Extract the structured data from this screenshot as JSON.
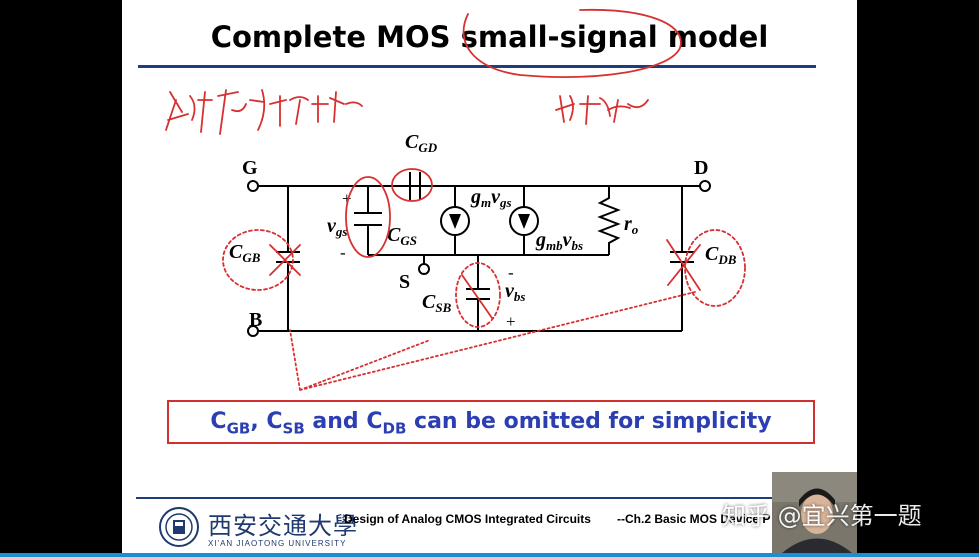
{
  "slide": {
    "title": "Complete MOS small-signal model",
    "callout": {
      "c1": "C",
      "c1_sub": "GB",
      "sep1": ", ",
      "c2": "C",
      "c2_sub": "SB",
      "sep2": " and ",
      "c3": "C",
      "c3_sub": "DB",
      "tail": " can be omitted for simplicity"
    },
    "footer": {
      "university_cn": "西安交通大學",
      "university_en": "XI'AN JIAOTONG UNIVERSITY",
      "course": "Design of Analog CMOS Integrated Circuits",
      "chapter": "--Ch.2 Basic MOS Device P"
    }
  },
  "circuit": {
    "node_G": "G",
    "node_D": "D",
    "node_S": "S",
    "node_B": "B",
    "cgd": {
      "main": "C",
      "sub": "GD"
    },
    "cgs": {
      "main": "C",
      "sub": "GS"
    },
    "cgb": {
      "main": "C",
      "sub": "GB"
    },
    "csb": {
      "main": "C",
      "sub": "SB"
    },
    "cdb": {
      "main": "C",
      "sub": "DB"
    },
    "gm": {
      "g": "g",
      "g_sub": "m",
      "v": "v",
      "v_sub": "gs"
    },
    "gmb": {
      "g": "g",
      "g_sub": "mb",
      "v": "v",
      "v_sub": "bs"
    },
    "ro": {
      "main": "r",
      "sub": "o"
    },
    "vgs": {
      "main": "v",
      "sub": "gs",
      "plus": "+",
      "minus": "-"
    },
    "vbs": {
      "main": "v",
      "sub": "bs",
      "plus": "+",
      "minus": "-"
    }
  },
  "overlay": {
    "watermark": "知乎 @宜兴第一题"
  },
  "colors": {
    "title_rule": "#1f3d7a",
    "callout_border": "#d03030",
    "callout_text": "#2b3fb2",
    "annotation_ink": "#d83030",
    "accent_strip": "#1a8fd6"
  }
}
